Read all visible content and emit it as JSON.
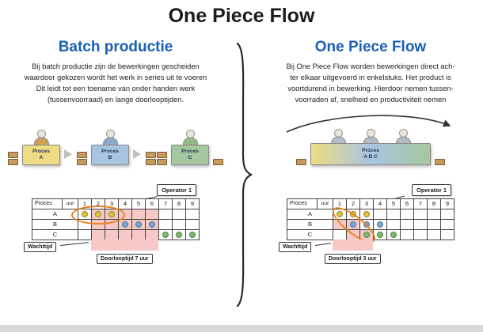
{
  "title": "One Piece Flow",
  "colors": {
    "accent_blue": "#1a5fb4",
    "ellipse_orange": "#e8821e",
    "crate_tan": "#c79b5f",
    "wait_pink": "#f6c9c6"
  },
  "left": {
    "heading": "Batch productie",
    "description": "Bij batch productie zijn de bewerkingen gescheiden\nwaardoor gekozen wordt het werk in series uit te voeren\nDit  leidt tot een toename van onder handen werk\n(tussenvoorraad) en lange doorlooptijden.",
    "stations": [
      {
        "line1": "Proces",
        "line2": "A",
        "color": "#eedc82"
      },
      {
        "line1": "Proces",
        "line2": "B",
        "color": "#a9c4e0"
      },
      {
        "line1": "Proces",
        "line2": "C",
        "color": "#a5c89e"
      }
    ],
    "table": {
      "operator_label": "Operator 1",
      "proces_header": "Proces",
      "uur_header": "uur",
      "hours": [
        "1",
        "2",
        "3",
        "4",
        "5",
        "6",
        "7",
        "8",
        "9"
      ],
      "rows": [
        "A",
        "B",
        "C"
      ],
      "shade_color": "#f6c9c6",
      "shaded": [
        {
          "row": "A",
          "from": 2,
          "to": 6
        },
        {
          "row": "B",
          "from": 2,
          "to": 6
        },
        {
          "row": "C",
          "from": 2,
          "to": 6
        }
      ],
      "dots": [
        {
          "row": "A",
          "col": 1,
          "color": "#ddc43a"
        },
        {
          "row": "A",
          "col": 2,
          "color": "#ddc43a"
        },
        {
          "row": "A",
          "col": 3,
          "color": "#ddc43a"
        },
        {
          "row": "B",
          "col": 4,
          "color": "#74a7d8"
        },
        {
          "row": "B",
          "col": 5,
          "color": "#74a7d8"
        },
        {
          "row": "B",
          "col": 6,
          "color": "#74a7d8"
        },
        {
          "row": "C",
          "col": 7,
          "color": "#7cbb6a"
        },
        {
          "row": "C",
          "col": 8,
          "color": "#7cbb6a"
        },
        {
          "row": "C",
          "col": 9,
          "color": "#7cbb6a"
        }
      ],
      "wachttijd_label": "Wachttijd",
      "doorlooptijd_label": "Doorlooptijd 7 uur"
    }
  },
  "right": {
    "heading": "One Piece Flow",
    "description": "Bij One Piece Flow worden bewerkingen direct ach-\nter elkaar uitgevoerd in enkelstuks. Het product is\nvoortdurend in bewerking. Hierdoor nemen tussen-\nvoorraden af,  snelheid en productiviteit nemen",
    "station": {
      "line1": "Proces",
      "line2": "A B C",
      "colors": [
        "#eedc82",
        "#a9c4e0",
        "#a5c89e"
      ]
    },
    "table": {
      "operator_label": "Operator 1",
      "proces_header": "Proces",
      "uur_header": "uur",
      "hours": [
        "1",
        "2",
        "3",
        "4",
        "5",
        "6",
        "7",
        "8",
        "9"
      ],
      "rows": [
        "A",
        "B",
        "C"
      ],
      "shade_color": "#f6c9c6",
      "shaded": [
        {
          "row": "B",
          "from": 1,
          "to": 2
        },
        {
          "row": "C",
          "from": 2,
          "to": 3
        }
      ],
      "dots": [
        {
          "row": "A",
          "col": 1,
          "color": "#ddc43a"
        },
        {
          "row": "A",
          "col": 2,
          "color": "#ddc43a"
        },
        {
          "row": "A",
          "col": 3,
          "color": "#ddc43a"
        },
        {
          "row": "B",
          "col": 2,
          "color": "#74a7d8"
        },
        {
          "row": "B",
          "col": 3,
          "color": "#74a7d8"
        },
        {
          "row": "B",
          "col": 4,
          "color": "#74a7d8"
        },
        {
          "row": "C",
          "col": 3,
          "color": "#7cbb6a"
        },
        {
          "row": "C",
          "col": 4,
          "color": "#7cbb6a"
        },
        {
          "row": "C",
          "col": 5,
          "color": "#7cbb6a"
        }
      ],
      "wachttijd_label": "Wachttijd",
      "doorlooptijd_label": "Doorlooptijd 3 uur"
    }
  }
}
